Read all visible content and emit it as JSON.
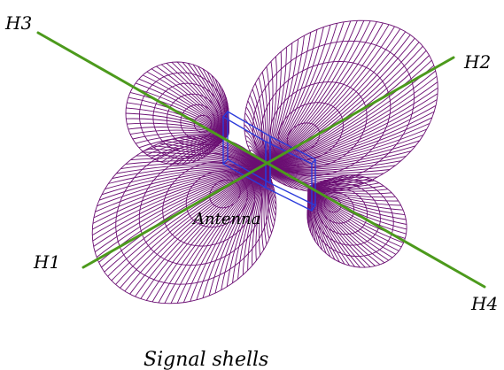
{
  "labels": {
    "h1": "H1",
    "h2": "H2",
    "h3": "H3",
    "h4": "H4",
    "antenna": "Antenna",
    "caption": "Signal shells"
  },
  "colors": {
    "shell": "#6b0f73",
    "axis": "#4c9a1c",
    "antenna": "#2a3adb",
    "text": "#000000"
  }
}
